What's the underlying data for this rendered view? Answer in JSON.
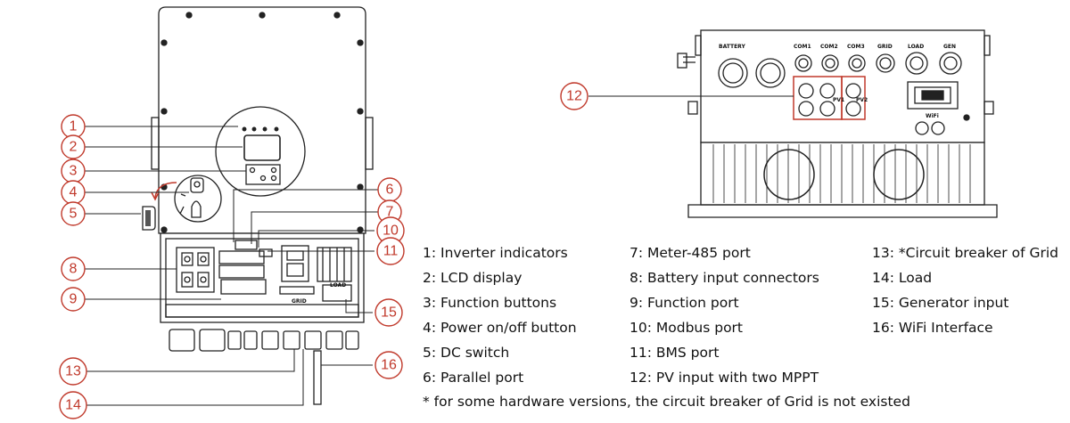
{
  "callouts": [
    "1",
    "2",
    "3",
    "4",
    "5",
    "6",
    "7",
    "8",
    "9",
    "10",
    "11",
    "12",
    "13",
    "14",
    "15",
    "16"
  ],
  "legend": {
    "col1": [
      "1: Inverter indicators",
      "2: LCD display",
      "3: Function buttons",
      "4: Power on/off button",
      "5: DC switch",
      "6: Parallel port"
    ],
    "col2": [
      "7: Meter-485 port",
      "8: Battery input connectors",
      "9: Function port",
      "10: Modbus port",
      "11: BMS port",
      "12: PV input with two MPPT"
    ],
    "col3": [
      "13: *Circuit breaker of Grid",
      "14: Load",
      "15: Generator input",
      "16: WiFi Interface"
    ]
  },
  "footnote": "* for some hardware versions, the circuit breaker of Grid is not existed",
  "port_labels": [
    "BATTERY",
    "COM1",
    "COM2",
    "COM3",
    "GRID",
    "LOAD",
    "GEN"
  ],
  "pv_labels": [
    "PV1",
    "PV2"
  ],
  "wifi_label": "WiFi",
  "terminal_labels": [
    "LOAD",
    "GRID"
  ],
  "colors": {
    "callout": "#c0392b",
    "line": "#222222"
  }
}
